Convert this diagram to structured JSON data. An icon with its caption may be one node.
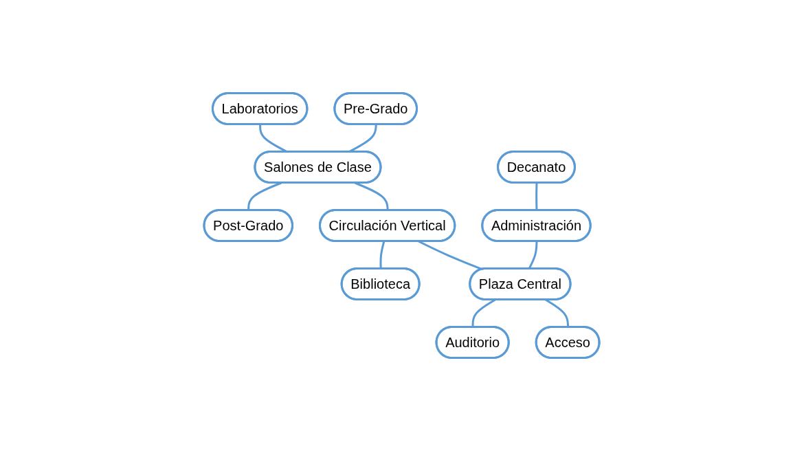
{
  "diagram": {
    "nodes": [
      {
        "text": [
          "Laboratorios"
        ]
      },
      {
        "text": [
          "Pre-Grado"
        ]
      },
      {
        "text": [
          "Salones de Clase"
        ]
      },
      {
        "text": [
          "Post-Grado"
        ]
      },
      {
        "text": [
          "Circulación Vertical"
        ]
      },
      {
        "text": [
          "Biblioteca"
        ]
      },
      {
        "text": [
          "Decanato"
        ]
      },
      {
        "text": [
          "Administración"
        ]
      },
      {
        "text": [
          "Plaza Central"
        ]
      },
      {
        "text": [
          "Auditorio"
        ]
      },
      {
        "text": [
          "Acceso"
        ]
      }
    ],
    "edges": [
      {
        "from": 0,
        "to": 2,
        "arrow": "none"
      },
      {
        "from": 1,
        "to": 2,
        "arrow": "none"
      },
      {
        "from": 2,
        "to": 3,
        "arrow": "none"
      },
      {
        "from": 2,
        "to": 4,
        "arrow": "none"
      },
      {
        "from": 4,
        "to": 5,
        "arrow": "none"
      },
      {
        "from": 6,
        "to": 7,
        "arrow": "none"
      },
      {
        "from": 7,
        "to": 8,
        "arrow": "none"
      },
      {
        "from": 8,
        "to": 9,
        "arrow": "none"
      },
      {
        "from": 4,
        "to": 8,
        "arrow": "none"
      },
      {
        "from": 8,
        "to": 10,
        "arrow": "none"
      }
    ]
  }
}
